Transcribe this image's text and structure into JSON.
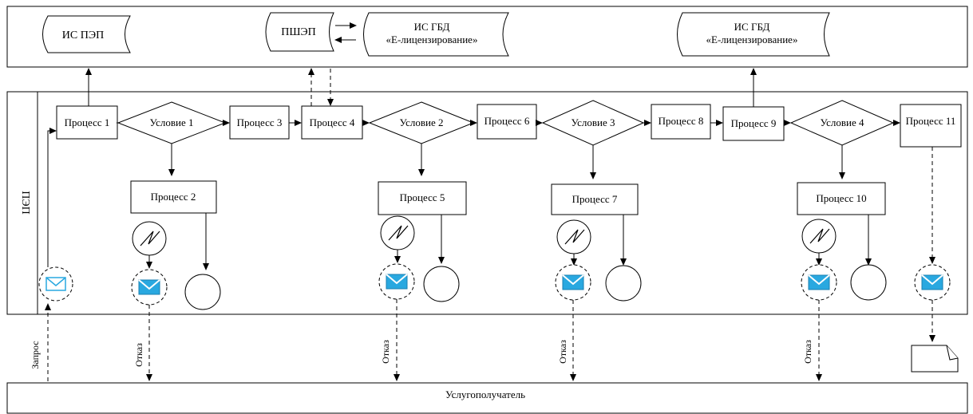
{
  "systems": {
    "is_pep": "ИС ПЭП",
    "pshep": "ПШЭП",
    "is_gbd_1": {
      "line1": "ИС ГБД",
      "line2": "«Е-лицензирование»"
    },
    "is_gbd_2": {
      "line1": "ИС ГБД",
      "line2": "«Е-лицензирование»"
    }
  },
  "lane": {
    "label": "ПЭП"
  },
  "processes": {
    "p1": "Процесс 1",
    "p2": "Процесс 2",
    "p3": "Процесс 3",
    "p4": "Процесс 4",
    "p5": "Процесс 5",
    "p6": "Процесс 6",
    "p7": "Процесс 7",
    "p8": "Процесс 8",
    "p9": "Процесс 9",
    "p10": "Процесс 10",
    "p11": "Процесс 11"
  },
  "conditions": {
    "c1": "Условие 1",
    "c2": "Условие 2",
    "c3": "Условие 3",
    "c4": "Условие 4"
  },
  "flows": {
    "request": "Запрос",
    "refusal": "Отказ"
  },
  "recipient": {
    "label": "Услугополучатель"
  },
  "colors": {
    "envelope": "#29a8e0",
    "line": "#000000"
  }
}
